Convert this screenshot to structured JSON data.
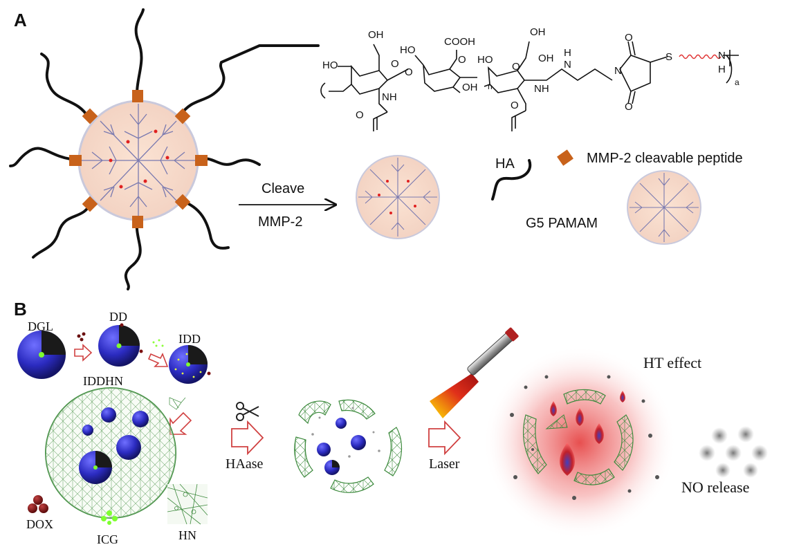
{
  "panel_a": {
    "label": "A",
    "chem": {
      "oh1": "OH",
      "cooh": "COOH",
      "oh2": "OH",
      "ho1": "HO",
      "ho2": "HO",
      "o1": "O",
      "o2": "O",
      "o3": "O",
      "o4": "O",
      "oh3": "OH",
      "oh4": "OH",
      "n": "n",
      "nh1": "NH",
      "nh2": "NH",
      "o5": "O",
      "o6": "O",
      "h_amine": "H",
      "n_amine": "N",
      "n_imide": "N",
      "s": "S",
      "nh_end": "N",
      "h_end": "H",
      "a": "a"
    },
    "arrow_top": "Cleave",
    "arrow_bottom": "MMP-2",
    "legend_ha": "HA",
    "legend_peptide": "MMP-2 cleavable peptide",
    "legend_pamam": "G5 PAMAM",
    "peptide_color": "#c8621b"
  },
  "panel_b": {
    "label": "B",
    "dgl": "DGL",
    "dd": "DD",
    "idd": "IDD",
    "iddhn": "IDDHN",
    "dox": "DOX",
    "icg": "ICG",
    "hn": "HN",
    "haase": "HAase",
    "laser": "Laser",
    "ht_effect": "HT effect",
    "no_release": "NO release",
    "sphere_color": "#2b2bb0",
    "mesh_color": "#3d8a3d"
  }
}
